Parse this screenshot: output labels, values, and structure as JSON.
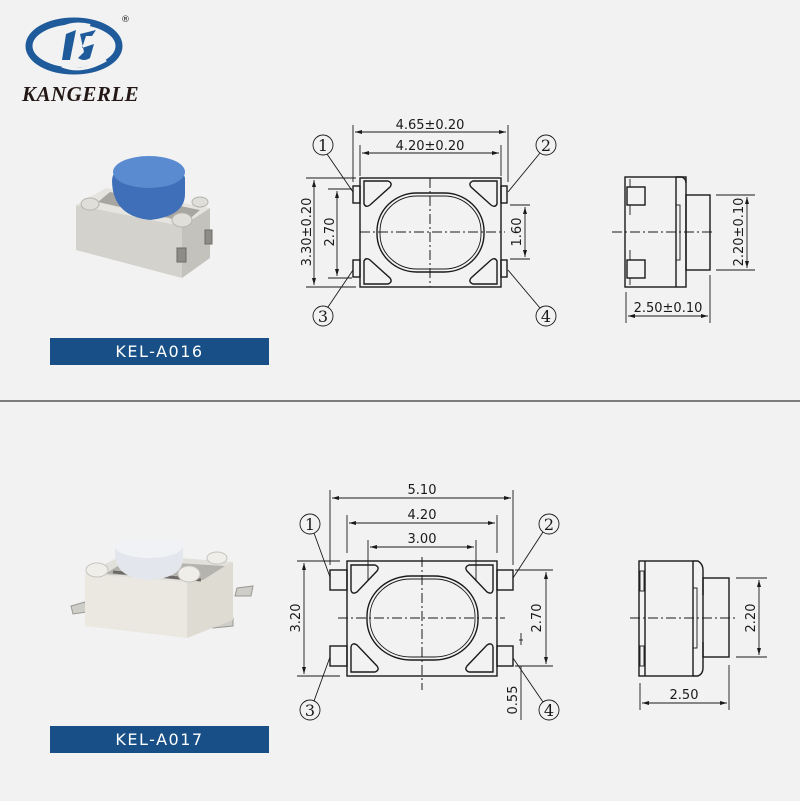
{
  "brand": {
    "name": "KANGERLE",
    "registered_mark": "®",
    "logo_color": "#1f5a9a"
  },
  "products": [
    {
      "model": "KEL-A016",
      "photo": {
        "icon": "tact-switch-blue-photo",
        "cap_color": "#4a78c0",
        "body_color": "#dcdad4"
      },
      "top_view": {
        "dims": {
          "overall_width": "4.65±0.20",
          "body_width": "4.20±0.20",
          "overall_height": "3.30±0.20",
          "pin_pitch_left": "2.70",
          "pin_gap_right": "1.60"
        },
        "pins": [
          "1",
          "2",
          "3",
          "4"
        ]
      },
      "side_view": {
        "dims": {
          "height": "2.20±0.10",
          "depth": "2.50±0.10"
        }
      }
    },
    {
      "model": "KEL-A017",
      "photo": {
        "icon": "tact-switch-white-photo",
        "cap_color": "#eceef2",
        "body_color": "#e9e6df"
      },
      "top_view": {
        "dims": {
          "overall_width": "5.10",
          "body_width": "4.20",
          "actuator_width": "3.00",
          "body_height": "3.20",
          "pin_pitch_right": "2.70",
          "pad_width": "0.55"
        },
        "pins": [
          "1",
          "2",
          "3",
          "4"
        ]
      },
      "side_view": {
        "dims": {
          "height": "2.20",
          "depth": "2.50"
        }
      }
    }
  ],
  "colors": {
    "background": "#f2f2f2",
    "label_bar": "#174f86",
    "divider": "#7d7d7d"
  }
}
